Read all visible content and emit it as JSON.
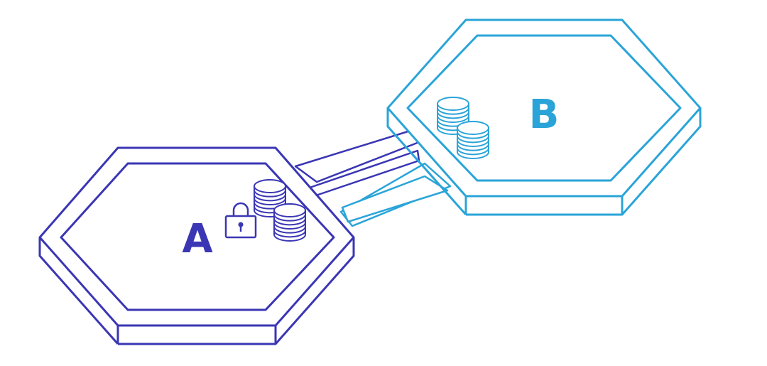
{
  "diagram": {
    "background": "#ffffff",
    "nodes": [
      {
        "id": "A",
        "label": "A",
        "color": "#3a36b4",
        "has_lock": true,
        "coin_stacks": 2
      },
      {
        "id": "B",
        "label": "B",
        "color": "#2aa4d8",
        "has_lock": false,
        "coin_stacks": 2
      }
    ],
    "bridges": [
      {
        "from": "A",
        "to": "B",
        "color": "#3a36b4"
      },
      {
        "from": "A",
        "to": "B",
        "color": "#2aa4d8"
      }
    ],
    "icons": [
      "padlock-icon",
      "coin-stack-icon"
    ]
  }
}
